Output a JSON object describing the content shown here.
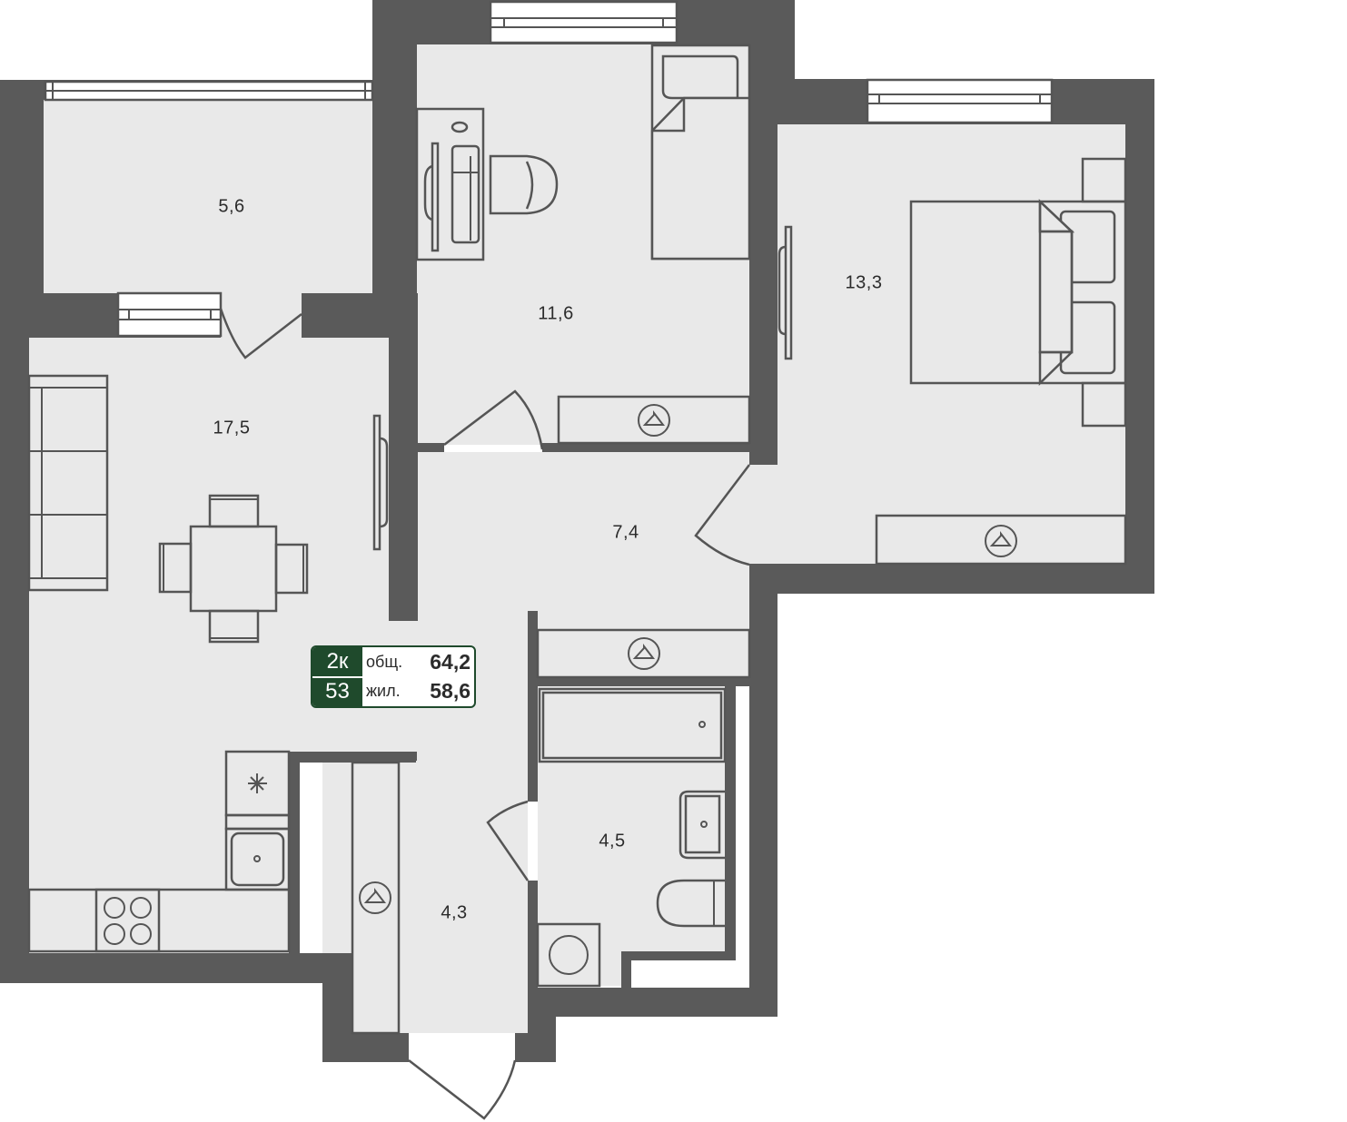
{
  "plan": {
    "colors": {
      "wall": "#5a5a5a",
      "floor": "#e9e9e9",
      "outline": "#555555",
      "badge_accent": "#1f4a2c"
    },
    "rooms": [
      {
        "id": "balcony",
        "area": "5,6"
      },
      {
        "id": "living-kitchen",
        "area": "17,5"
      },
      {
        "id": "bedroom-small",
        "area": "11,6"
      },
      {
        "id": "bedroom-large",
        "area": "13,3"
      },
      {
        "id": "hallway",
        "area": "7,4"
      },
      {
        "id": "entrance-hall",
        "area": "4,3"
      },
      {
        "id": "bathroom",
        "area": "4,5"
      }
    ]
  },
  "summary": {
    "rooms_count": "2к",
    "unit_number": "53",
    "total_label": "общ.",
    "total_area": "64,2",
    "living_label": "жил.",
    "living_area": "58,6"
  }
}
